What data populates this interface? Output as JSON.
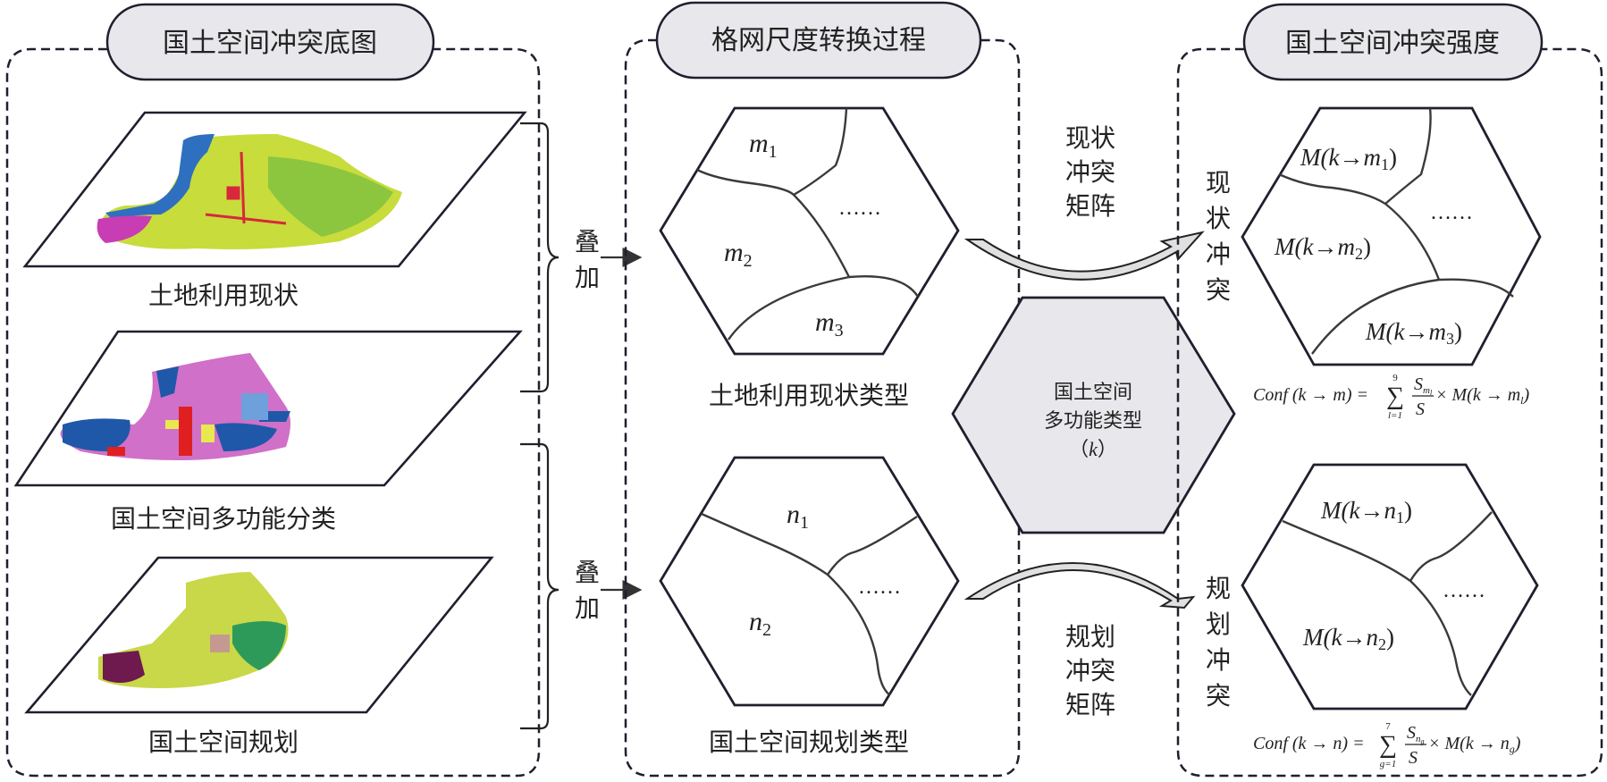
{
  "panels": {
    "base_map": {
      "title": "国土空间冲突底图",
      "layers": [
        {
          "label": "土地利用现状",
          "palette": [
            "#c8dc3c",
            "#8cc63e",
            "#2e6fc0",
            "#c83cb4",
            "#d8283c"
          ]
        },
        {
          "label": "国土空间多功能分类",
          "palette": [
            "#d070c8",
            "#1f58a8",
            "#6ea0dc",
            "#e8e850",
            "#e02020"
          ]
        },
        {
          "label": "国土空间规划",
          "palette": [
            "#c8d848",
            "#9acc50",
            "#2e9a5a",
            "#6e1a4e",
            "#c49a90"
          ]
        }
      ],
      "overlay_label_top": [
        "叠",
        "加"
      ],
      "overlay_label_bottom": [
        "叠",
        "加"
      ]
    },
    "grid_conversion": {
      "title": "格网尺度转换过程",
      "top_hex": {
        "caption": "土地利用现状类型",
        "regions": [
          {
            "base": "m",
            "sub": "1"
          },
          {
            "base": "m",
            "sub": "2"
          },
          {
            "base": "m",
            "sub": "3"
          }
        ],
        "ellipsis": "……"
      },
      "bottom_hex": {
        "caption": "国土空间规划类型",
        "regions": [
          {
            "base": "n",
            "sub": "1"
          },
          {
            "base": "n",
            "sub": "2"
          }
        ],
        "ellipsis": "……"
      }
    },
    "center_hex": {
      "line1": "国土空间",
      "line2": "多功能类型",
      "line3_open": "（",
      "line3_var": "k",
      "line3_close": "）"
    },
    "matrices": {
      "current": [
        "现状",
        "冲突",
        "矩阵"
      ],
      "planning": [
        "规划",
        "冲突",
        "矩阵"
      ]
    },
    "intensity": {
      "title": "国土空间冲突强度",
      "current_label": [
        "现",
        "状",
        "冲",
        "突"
      ],
      "planning_label": [
        "规",
        "划",
        "冲",
        "突"
      ],
      "top_hex": {
        "regions": [
          {
            "text": "M(k→m",
            "sub": "1",
            "close": ")"
          },
          {
            "text": "M(k→m",
            "sub": "2",
            "close": ")"
          },
          {
            "text": "M(k→m",
            "sub": "3",
            "close": ")"
          }
        ],
        "ellipsis": "……"
      },
      "bottom_hex": {
        "regions": [
          {
            "text": "M(k→n",
            "sub": "1",
            "close": ")"
          },
          {
            "text": "M(k→n",
            "sub": "2",
            "close": ")"
          }
        ],
        "ellipsis": "……"
      },
      "formula_current": {
        "lhs": "Conf (k → m) =",
        "sum_upper": "9",
        "sum_lower": "l=1",
        "frac_num": "S",
        "frac_num_sub": "m",
        "frac_num_subsub": "l",
        "frac_den": "S",
        "rhs": "× M(k → m",
        "rhs_sub": "l",
        "rhs_close": ")"
      },
      "formula_planning": {
        "lhs": "Conf (k → n) =",
        "sum_upper": "7",
        "sum_lower": "g=1",
        "frac_num": "S",
        "frac_num_sub": "n",
        "frac_num_subsub": "g",
        "frac_den": "S",
        "rhs": "× M(k → n",
        "rhs_sub": "g",
        "rhs_close": ")"
      }
    }
  },
  "colors": {
    "outline": "#1f1f2e",
    "pill_fill": "#e8e8ec",
    "center_hex_fill": "#e8e8ec",
    "arrow_fill": "#e0e0e0"
  }
}
